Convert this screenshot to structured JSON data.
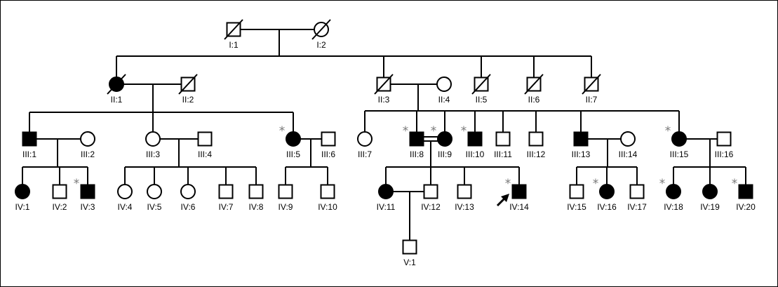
{
  "pedigree": {
    "asterisk_glyph": "*",
    "colors": {
      "affected": "#000000",
      "unaffected": "#ffffff",
      "line": "#000000",
      "asterisk": "#777777"
    },
    "individuals": [
      {
        "id": "I:1",
        "sex": "male",
        "affected": false,
        "deceased": true,
        "asterisk": false
      },
      {
        "id": "I:2",
        "sex": "female",
        "affected": false,
        "deceased": true,
        "asterisk": false
      },
      {
        "id": "II:1",
        "sex": "female",
        "affected": true,
        "deceased": true,
        "asterisk": false
      },
      {
        "id": "II:2",
        "sex": "male",
        "affected": false,
        "deceased": true,
        "asterisk": false
      },
      {
        "id": "II:3",
        "sex": "male",
        "affected": false,
        "deceased": true,
        "asterisk": false
      },
      {
        "id": "II:4",
        "sex": "female",
        "affected": false,
        "deceased": false,
        "asterisk": false
      },
      {
        "id": "II:5",
        "sex": "male",
        "affected": false,
        "deceased": true,
        "asterisk": false
      },
      {
        "id": "II:6",
        "sex": "male",
        "affected": false,
        "deceased": true,
        "asterisk": false
      },
      {
        "id": "II:7",
        "sex": "male",
        "affected": false,
        "deceased": true,
        "asterisk": false
      },
      {
        "id": "III:1",
        "sex": "male",
        "affected": true,
        "deceased": false,
        "asterisk": false
      },
      {
        "id": "III:2",
        "sex": "female",
        "affected": false,
        "deceased": false,
        "asterisk": false
      },
      {
        "id": "III:3",
        "sex": "female",
        "affected": false,
        "deceased": false,
        "asterisk": false
      },
      {
        "id": "III:4",
        "sex": "male",
        "affected": false,
        "deceased": false,
        "asterisk": false
      },
      {
        "id": "III:5",
        "sex": "female",
        "affected": true,
        "deceased": false,
        "asterisk": true
      },
      {
        "id": "III:6",
        "sex": "male",
        "affected": false,
        "deceased": false,
        "asterisk": false
      },
      {
        "id": "III:7",
        "sex": "female",
        "affected": false,
        "deceased": false,
        "asterisk": false
      },
      {
        "id": "III:8",
        "sex": "male",
        "affected": true,
        "deceased": false,
        "asterisk": true
      },
      {
        "id": "III:9",
        "sex": "female",
        "affected": true,
        "deceased": false,
        "asterisk": true
      },
      {
        "id": "III:10",
        "sex": "male",
        "affected": true,
        "deceased": false,
        "asterisk": true
      },
      {
        "id": "III:11",
        "sex": "male",
        "affected": false,
        "deceased": false,
        "asterisk": false
      },
      {
        "id": "III:12",
        "sex": "male",
        "affected": false,
        "deceased": false,
        "asterisk": false
      },
      {
        "id": "III:13",
        "sex": "male",
        "affected": true,
        "deceased": false,
        "asterisk": false
      },
      {
        "id": "III:14",
        "sex": "female",
        "affected": false,
        "deceased": false,
        "asterisk": false
      },
      {
        "id": "III:15",
        "sex": "female",
        "affected": true,
        "deceased": false,
        "asterisk": true
      },
      {
        "id": "III:16",
        "sex": "male",
        "affected": false,
        "deceased": false,
        "asterisk": false
      },
      {
        "id": "IV:1",
        "sex": "female",
        "affected": true,
        "deceased": false,
        "asterisk": false
      },
      {
        "id": "IV:2",
        "sex": "male",
        "affected": false,
        "deceased": false,
        "asterisk": false
      },
      {
        "id": "IV:3",
        "sex": "male",
        "affected": true,
        "deceased": false,
        "asterisk": true
      },
      {
        "id": "IV:4",
        "sex": "female",
        "affected": false,
        "deceased": false,
        "asterisk": false
      },
      {
        "id": "IV:5",
        "sex": "female",
        "affected": false,
        "deceased": false,
        "asterisk": false
      },
      {
        "id": "IV:6",
        "sex": "female",
        "affected": false,
        "deceased": false,
        "asterisk": false
      },
      {
        "id": "IV:7",
        "sex": "male",
        "affected": false,
        "deceased": false,
        "asterisk": false
      },
      {
        "id": "IV:8",
        "sex": "male",
        "affected": false,
        "deceased": false,
        "asterisk": false
      },
      {
        "id": "IV:9",
        "sex": "male",
        "affected": false,
        "deceased": false,
        "asterisk": false
      },
      {
        "id": "IV:10",
        "sex": "male",
        "affected": false,
        "deceased": false,
        "asterisk": false
      },
      {
        "id": "IV:11",
        "sex": "female",
        "affected": true,
        "deceased": false,
        "asterisk": false
      },
      {
        "id": "IV:12",
        "sex": "male",
        "affected": false,
        "deceased": false,
        "asterisk": false
      },
      {
        "id": "IV:13",
        "sex": "male",
        "affected": false,
        "deceased": false,
        "asterisk": false
      },
      {
        "id": "IV:14",
        "sex": "male",
        "affected": true,
        "deceased": false,
        "asterisk": true,
        "proband": true
      },
      {
        "id": "IV:15",
        "sex": "male",
        "affected": false,
        "deceased": false,
        "asterisk": false
      },
      {
        "id": "IV:16",
        "sex": "female",
        "affected": true,
        "deceased": false,
        "asterisk": true
      },
      {
        "id": "IV:17",
        "sex": "male",
        "affected": false,
        "deceased": false,
        "asterisk": false
      },
      {
        "id": "IV:18",
        "sex": "female",
        "affected": true,
        "deceased": false,
        "asterisk": true
      },
      {
        "id": "IV:19",
        "sex": "female",
        "affected": true,
        "deceased": false,
        "asterisk": false
      },
      {
        "id": "IV:20",
        "sex": "male",
        "affected": true,
        "deceased": false,
        "asterisk": true
      },
      {
        "id": "V:1",
        "sex": "male",
        "affected": false,
        "deceased": false,
        "asterisk": false
      }
    ]
  }
}
